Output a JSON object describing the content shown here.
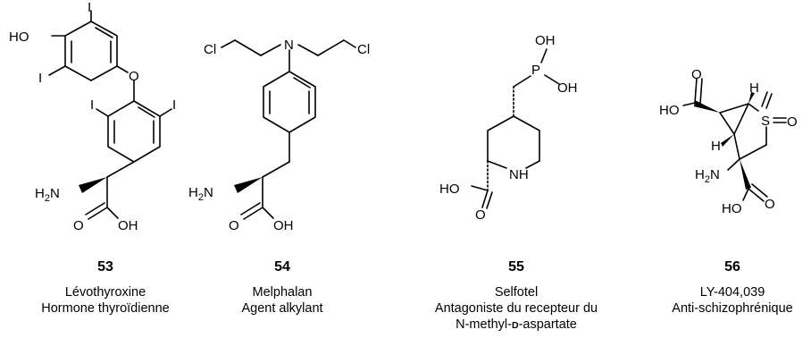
{
  "compounds": [
    {
      "number": "53",
      "name": "Lévothyroxine",
      "description": "Hormone thyroïdienne",
      "atoms": {
        "ho": "HO",
        "i1": "I",
        "i2": "I",
        "i3": "I",
        "i4": "I",
        "o": "O",
        "h2n": "H",
        "n2": "2",
        "nn": "N",
        "co": "O",
        "oh": "OH"
      }
    },
    {
      "number": "54",
      "name": "Melphalan",
      "description": "Agent alkylant",
      "atoms": {
        "cl1": "Cl",
        "cl2": "Cl",
        "n": "N",
        "h2n": "H",
        "n2": "2",
        "nn": "N",
        "co": "O",
        "oh": "OH"
      }
    },
    {
      "number": "55",
      "name": "Selfotel",
      "description": "Antagoniste du recepteur du",
      "description2_pre": "N-methyl-",
      "description2_d": "D",
      "description2_post": "-aspartate",
      "atoms": {
        "oh1": "OH",
        "p": "P",
        "oh2": "OH",
        "ho": "HO",
        "o": "O",
        "nh_n": "N",
        "nh_h": "H"
      }
    },
    {
      "number": "56",
      "name": "LY-404,039",
      "description": "Anti-schizophrénique",
      "atoms": {
        "o1": "O",
        "ho1": "HO",
        "h1": "H",
        "s": "S",
        "so": "O",
        "h2": "H",
        "h2n": "H",
        "n2": "2",
        "nn": "N",
        "co": "O",
        "ho2": "HO"
      }
    }
  ]
}
